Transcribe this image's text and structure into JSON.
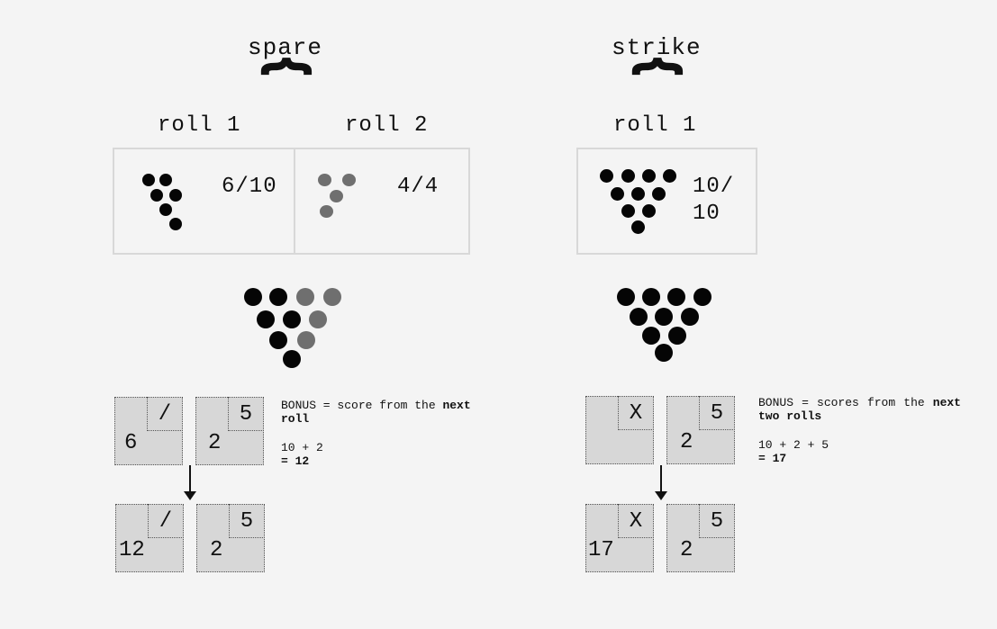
{
  "spare": {
    "title": "spare",
    "roll1_label": "roll 1",
    "roll2_label": "roll 2",
    "roll1_count": "6/10",
    "roll2_count": "4/4",
    "frame_before": [
      {
        "main": "6",
        "sub": "/"
      },
      {
        "main": "2",
        "sub": "5"
      }
    ],
    "frame_after": [
      {
        "main": "12",
        "sub": "/"
      },
      {
        "main": "2",
        "sub": "5"
      }
    ],
    "bonus_prefix": "BONUS = score from the ",
    "bonus_bold": "next roll",
    "calc": "10 + 2",
    "result": "= 12"
  },
  "strike": {
    "title": "strike",
    "roll1_label": "roll 1",
    "roll1_count_line1": "10/",
    "roll1_count_line2": "10",
    "frame_before": [
      {
        "main": "",
        "sub": "X"
      },
      {
        "main": "2",
        "sub": "5"
      }
    ],
    "frame_after": [
      {
        "main": "17",
        "sub": "X"
      },
      {
        "main": "2",
        "sub": "5"
      }
    ],
    "bonus_prefix": "BONUS = scores from the ",
    "bonus_bold": "next two rolls",
    "calc": "10 + 2 + 5",
    "result": "= 17"
  },
  "colors": {
    "background": "#f4f4f4",
    "pin_knocked": "#050505",
    "pin_second": "#6f6f6f",
    "frame_fill": "#d7d7d7",
    "box_border": "#d8d8d8"
  }
}
